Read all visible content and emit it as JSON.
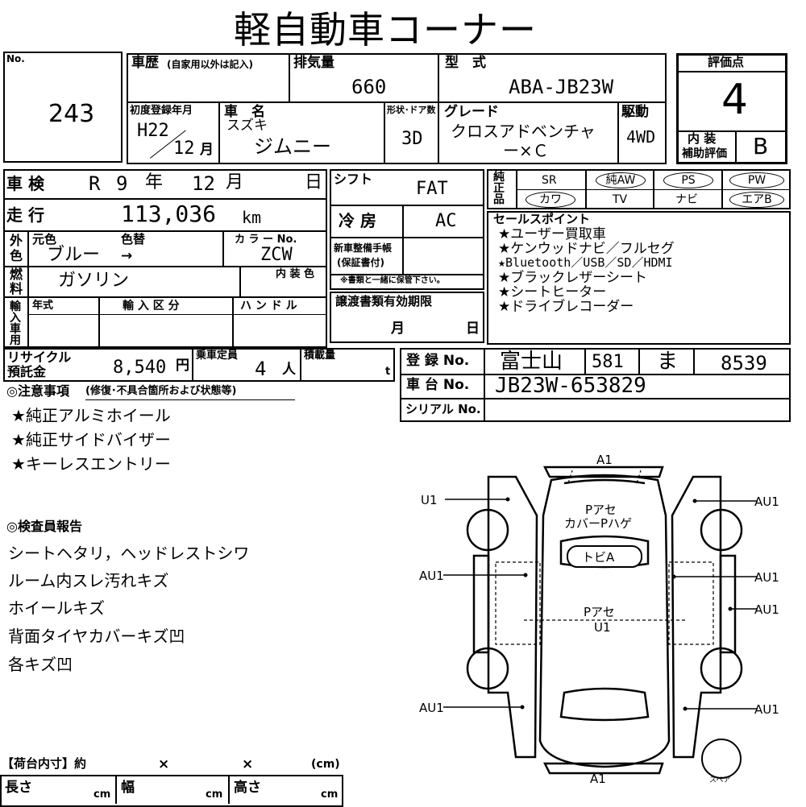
{
  "title": "軽自動車コーナー",
  "lot": {
    "label": "No.",
    "value": "243"
  },
  "history": {
    "label": "車歴",
    "sub": "(自家用以外は記入)"
  },
  "displacement": {
    "label": "排気量",
    "value": "660"
  },
  "model": {
    "label": "型　式",
    "value": "ABA-JB23W"
  },
  "score": {
    "label": "評価点",
    "value": "4",
    "interior_label_1": "内 装",
    "interior_label_2": "補助評価",
    "interior_value": "B"
  },
  "first_reg": {
    "label": "初度登録年月",
    "era": "H22",
    "month": "12",
    "month_unit": "月"
  },
  "car_name": {
    "label": "車　名",
    "maker": "スズキ",
    "name": "ジムニー"
  },
  "doors": {
    "label": "形状･ドア数",
    "value": "3D"
  },
  "grade": {
    "label": "グレード",
    "value_1": "クロスアドベンチャ",
    "value_2": "ー×Ｃ"
  },
  "drive": {
    "label": "駆動",
    "value": "4WD"
  },
  "inspection": {
    "label": "車 検",
    "era": "R",
    "year": "9",
    "year_unit": "年",
    "month": "12",
    "month_unit": "月",
    "day_unit": "日"
  },
  "mileage": {
    "label": "走 行",
    "value": "113,036",
    "unit": "km"
  },
  "color": {
    "side_label_1": "外",
    "side_label_2": "色",
    "orig_label": "元色",
    "change_label": "色替",
    "orig_value": "ブルー",
    "arrow": "→",
    "code_label": "カ ラ ー No.",
    "code_value": "ZCW"
  },
  "fuel": {
    "side_label_1": "燃",
    "side_label_2": "料",
    "value": "ガソリン",
    "interior_color_label": "内 装 色"
  },
  "import": {
    "side_label": "輸入車用",
    "year_label": "年式",
    "category_label": "輸 入 区 分",
    "handle_label": "ハ ン ド ル"
  },
  "recycle": {
    "label_1": "リサイクル",
    "label_2": "預託金",
    "value": "8,540",
    "unit": "円"
  },
  "capacity": {
    "label": "乗車定員",
    "value": "4",
    "unit": "人"
  },
  "load": {
    "label": "積載量",
    "unit": "t"
  },
  "shift": {
    "label": "シフト",
    "value": "FAT"
  },
  "ac": {
    "label": "冷 房",
    "value": "AC"
  },
  "warranty": {
    "label_1": "新車整備手帳",
    "label_2": "(保証書付)",
    "note": "※書類と一緒に保管下さい。"
  },
  "transfer": {
    "label": "譲渡書類有効期限",
    "month_unit": "月",
    "day_unit": "日"
  },
  "genuine": {
    "side_label": "純正品",
    "row1": [
      "SR",
      "純AW",
      "PS",
      "PW"
    ],
    "row2": [
      "カワ",
      "TV",
      "ナビ",
      "エアB"
    ]
  },
  "sales_points": {
    "label": "セールスポイント",
    "items": [
      "★ユーザー買取車",
      "★ケンウッドナビ／フルセグ",
      "★Bluetooth／USB／SD／HDMI",
      "★ブラックレザーシート",
      "★シートヒーター",
      "★ドライブレコーダー"
    ]
  },
  "registration": {
    "label": "登 録 No.",
    "region": "富士山",
    "class": "581",
    "kana": "ま",
    "number": "8539"
  },
  "chassis": {
    "label": "車 台 No.",
    "value": "JB23W-653829"
  },
  "serial": {
    "label": "シリアル No."
  },
  "notes": {
    "label": "◎注意事項",
    "sub": "(修復･不具合箇所および状態等)",
    "items": [
      "★純正アルミホイール",
      "★純正サイドバイザー",
      "★キーレスエントリー"
    ]
  },
  "inspector": {
    "label": "◎検査員報告",
    "items": [
      "シートヘタリ，ヘッドレストシワ",
      "ルーム内スレ汚れキズ",
      "ホイールキズ",
      "背面タイヤカバーキズ凹",
      "各キズ凹"
    ]
  },
  "cargo": {
    "label": "【荷台内寸】約",
    "x1": "×",
    "x2": "×",
    "unit": "(cm)",
    "length_label": "長さ",
    "width_label": "幅",
    "height_label": "高さ",
    "cm": "cm"
  },
  "diagram": {
    "a1_top": "A1",
    "a1_bottom": "A1",
    "u1_left": "U1",
    "au1_right_1": "AU1",
    "au1_left_2": "AU1",
    "au1_right_2": "AU1",
    "au1_right_3": "AU1",
    "au1_left_4": "AU1",
    "au1_right_4": "AU1",
    "hood_1": "Pアセ",
    "hood_2": "カバーPハゲ",
    "roof_top": "トビA",
    "roof_1": "Pアセ",
    "roof_2": "U1",
    "spare": "スペア"
  }
}
